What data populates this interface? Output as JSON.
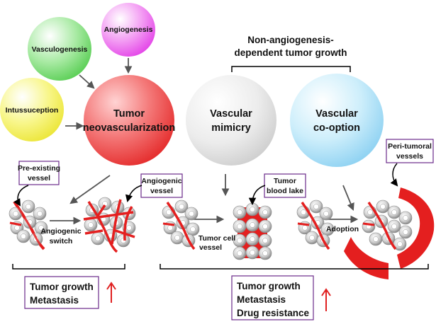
{
  "circles": {
    "angiogenesis": {
      "label": "Angiogenesis",
      "color": "#ee6ff0"
    },
    "vasculogenesis": {
      "label": "Vasculogenesis",
      "color": "#6fd86b"
    },
    "intussuception": {
      "label": "Intussuception",
      "color": "#f2ef55"
    },
    "neovascularization": {
      "label_line1": "Tumor",
      "label_line2": "neovascularization",
      "color": "#ef3b3b"
    },
    "vascular_mimicry": {
      "label_line1": "Vascular",
      "label_line2": "mimicry",
      "color": "#e3e3e3"
    },
    "vascular_cooption": {
      "label_line1": "Vascular",
      "label_line2": "co-option",
      "color": "#a9ddf5"
    }
  },
  "header": {
    "line1": "Non-angiogenesis-",
    "line2": "dependent tumor growth"
  },
  "callouts": {
    "pre_existing": {
      "line1": "Pre-existing",
      "line2": "vessel"
    },
    "angiogenic": {
      "line1": "Angiogenic",
      "line2": "vessel"
    },
    "blood_lake": {
      "line1": "Tumor",
      "line2": "blood lake"
    },
    "peri_tumoral": {
      "line1": "Peri-tumoral",
      "line2": "vessels"
    }
  },
  "step_labels": {
    "angiogenic_switch": {
      "line1": "Angiogenic",
      "line2": "switch"
    },
    "tumor_cell_vessel": {
      "line1": "Tumor cell",
      "line2": "vessel"
    },
    "adoption": "Adoption"
  },
  "outcomes": {
    "left": {
      "line1": "Tumor growth",
      "line2": "Metastasis"
    },
    "right": {
      "line1": "Tumor growth",
      "line2": "Metastasis",
      "line3": "Drug resistance"
    },
    "up_arrow_color": "#e02020"
  },
  "colors": {
    "vessel": "#e41f1f",
    "box_border": "#6a2a8a",
    "cell": "#c9c9c9"
  }
}
